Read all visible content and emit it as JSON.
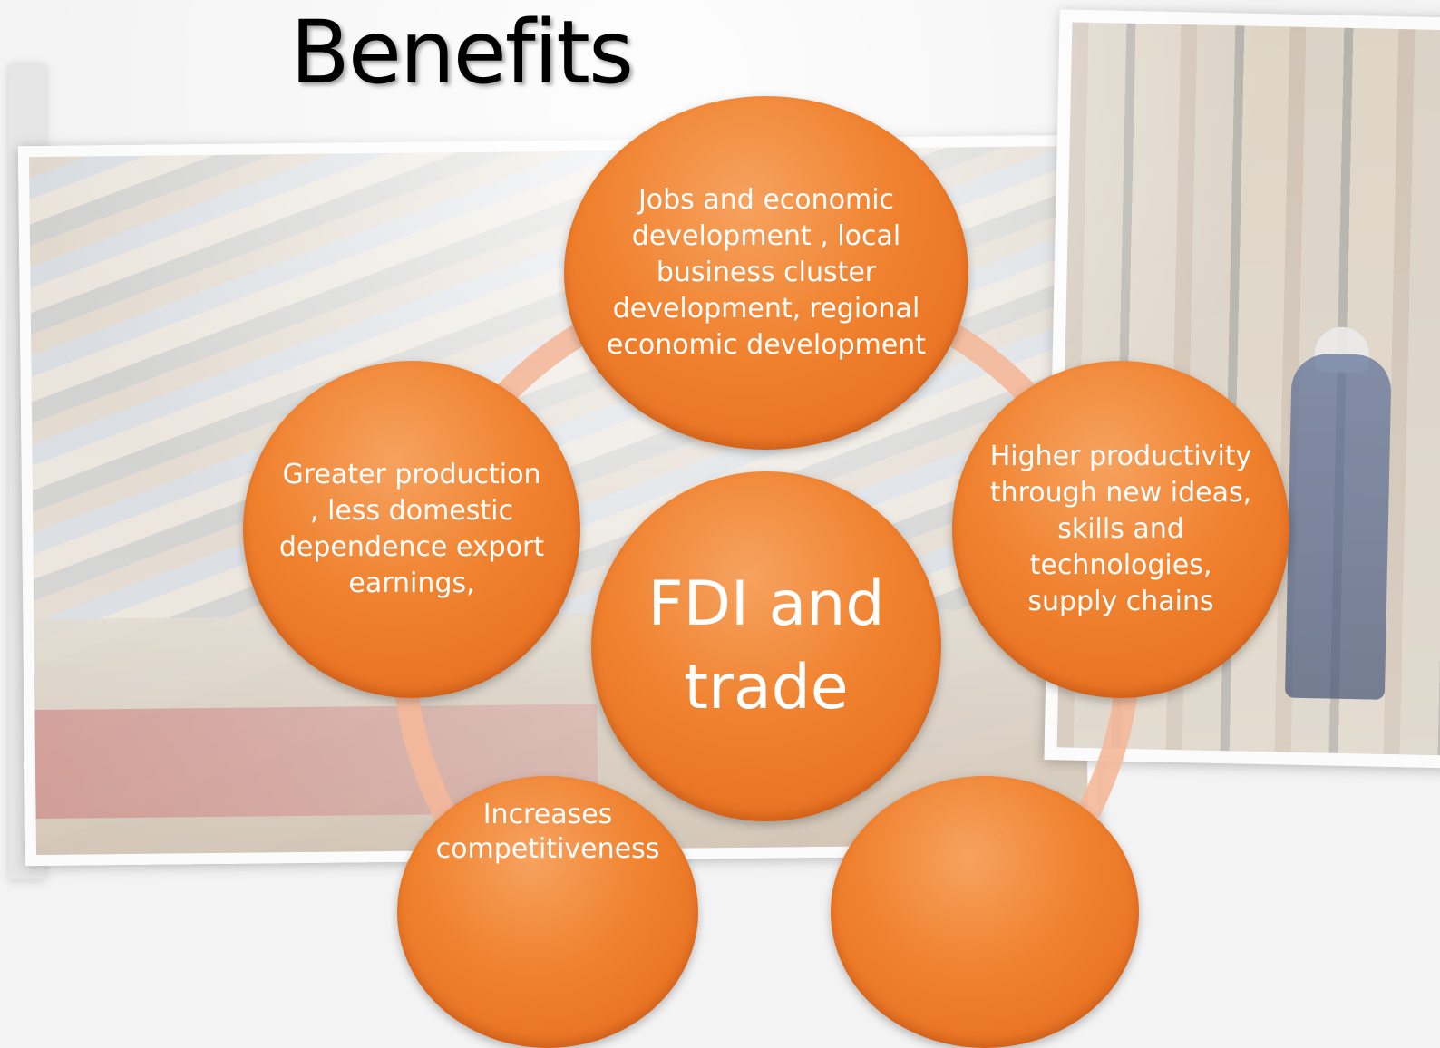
{
  "title": "Benefits",
  "center": {
    "text": "FDI and trade"
  },
  "bubbles": {
    "top": "Jobs and economic development , local business cluster development, regional economic development",
    "right": "Higher productivity through new ideas, skills and technologies, supply chains",
    "left": "Greater production , less domestic dependence export earnings,",
    "bottom_left": "Increases competitiveness",
    "bottom_right": ""
  },
  "colors": {
    "bubble": "#f0822f",
    "ring": "#f4b89a",
    "bubble_text": "#ffffff"
  }
}
